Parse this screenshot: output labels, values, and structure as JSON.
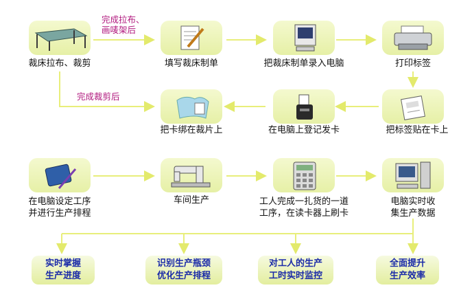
{
  "steps": {
    "s1": "裁床拉布、裁剪",
    "s2": "填写裁床制单",
    "s3": "把裁床制单录入电脑",
    "s4": "打印标签",
    "s5": "把标签贴在卡上",
    "s6": "在电脑上登记发卡",
    "s7": "把卡绑在裁片上",
    "s8": "在电脑设定工序\n并进行生产排程",
    "s9": "车间生产",
    "s10": "工人完成一扎货的一道\n工序，在读卡器上刷卡",
    "s11": "电脑实时收\n集生产数据"
  },
  "notes": {
    "n1": "完成拉布、\n画唛架后",
    "n2": "完成裁剪后"
  },
  "outputs": {
    "o1": "实时掌握\n生产进度",
    "o2": "识别生产瓶颈\n优化生产排程",
    "o3": "对工人的生产\n工时实时监控",
    "o4": "全面提升\n生产效率"
  },
  "colors": {
    "node_fill": "#e9f2ad",
    "arrow": "#e8ee7a",
    "output_text": "#1a2aa8",
    "note_text": "#b0177d"
  }
}
